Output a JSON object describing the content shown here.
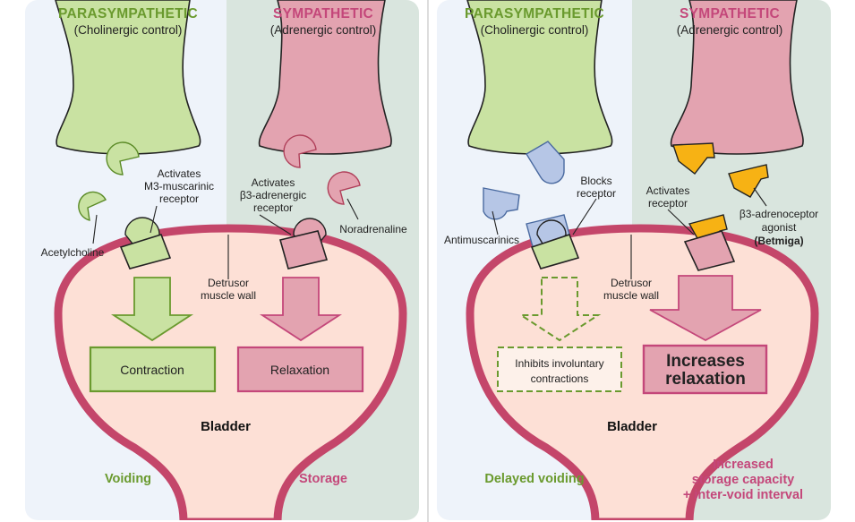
{
  "colors": {
    "green_dark": "#6a9a2e",
    "green_fill": "#c9e2a2",
    "pink_dark": "#c4477a",
    "pink_fill": "#e3a3b0",
    "bladder_fill": "#fde0d6",
    "bladder_stroke": "#c4466a",
    "blue_fill": "#b6c6e6",
    "orange_fill": "#f7b214"
  },
  "left": {
    "para_title": "PARASYMPATHETIC",
    "para_sub": "(Cholinergic control)",
    "symp_title": "SYMPATHETIC",
    "symp_sub": "(Adrenergic control)",
    "activates_m3": [
      "Activates",
      "M3-muscarinic",
      "receptor"
    ],
    "activates_b3": [
      "Activates",
      "β3-adrenergic",
      "receptor"
    ],
    "acetylcholine": "Acetylcholine",
    "noradrenaline": "Noradrenaline",
    "detrusor": [
      "Detrusor",
      "muscle wall"
    ],
    "contraction": "Contraction",
    "relaxation": "Relaxation",
    "bladder": "Bladder",
    "voiding": "Voiding",
    "storage": "Storage"
  },
  "right": {
    "para_title": "PARASYMPATHETIC",
    "para_sub": "(Cholinergic control)",
    "symp_title": "SYMPATHETIC",
    "symp_sub": "(Adrenergic control)",
    "blocks": [
      "Blocks",
      "receptor"
    ],
    "activates": [
      "Activates",
      "receptor"
    ],
    "antimuscarinics": "Antimuscarinics",
    "agonist": [
      "β3-adrenoceptor",
      "agonist",
      "(Betmiga)"
    ],
    "detrusor": [
      "Detrusor",
      "muscle wall"
    ],
    "inhibits": [
      "Inhibits involuntary",
      "contractions"
    ],
    "increases": [
      "Increases",
      "relaxation"
    ],
    "bladder": "Bladder",
    "delayed": "Delayed voiding",
    "increased": [
      "Increased",
      "storage capacity",
      "+ inter-void interval"
    ]
  }
}
